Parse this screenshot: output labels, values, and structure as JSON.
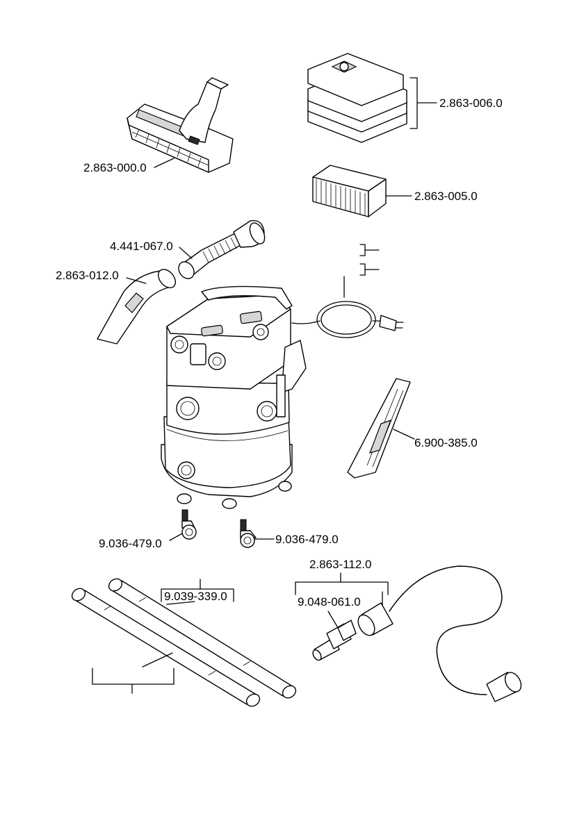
{
  "parts": {
    "floor_nozzle": "2.863-000.0",
    "dust_bags": "2.863-006.0",
    "flat_filter": "2.863-005.0",
    "suction_hose_adapter": "4.441-067.0",
    "elbow": "2.863-012.0",
    "crevice_nozzle": "6.900-385.0",
    "caster_left": "9.036-479.0",
    "caster_right": "9.036-479.0",
    "tool_adapter_kit": "2.863-112.0",
    "suction_tubes": "9.039-339.0",
    "tool_adapter": "9.048-061.0"
  }
}
